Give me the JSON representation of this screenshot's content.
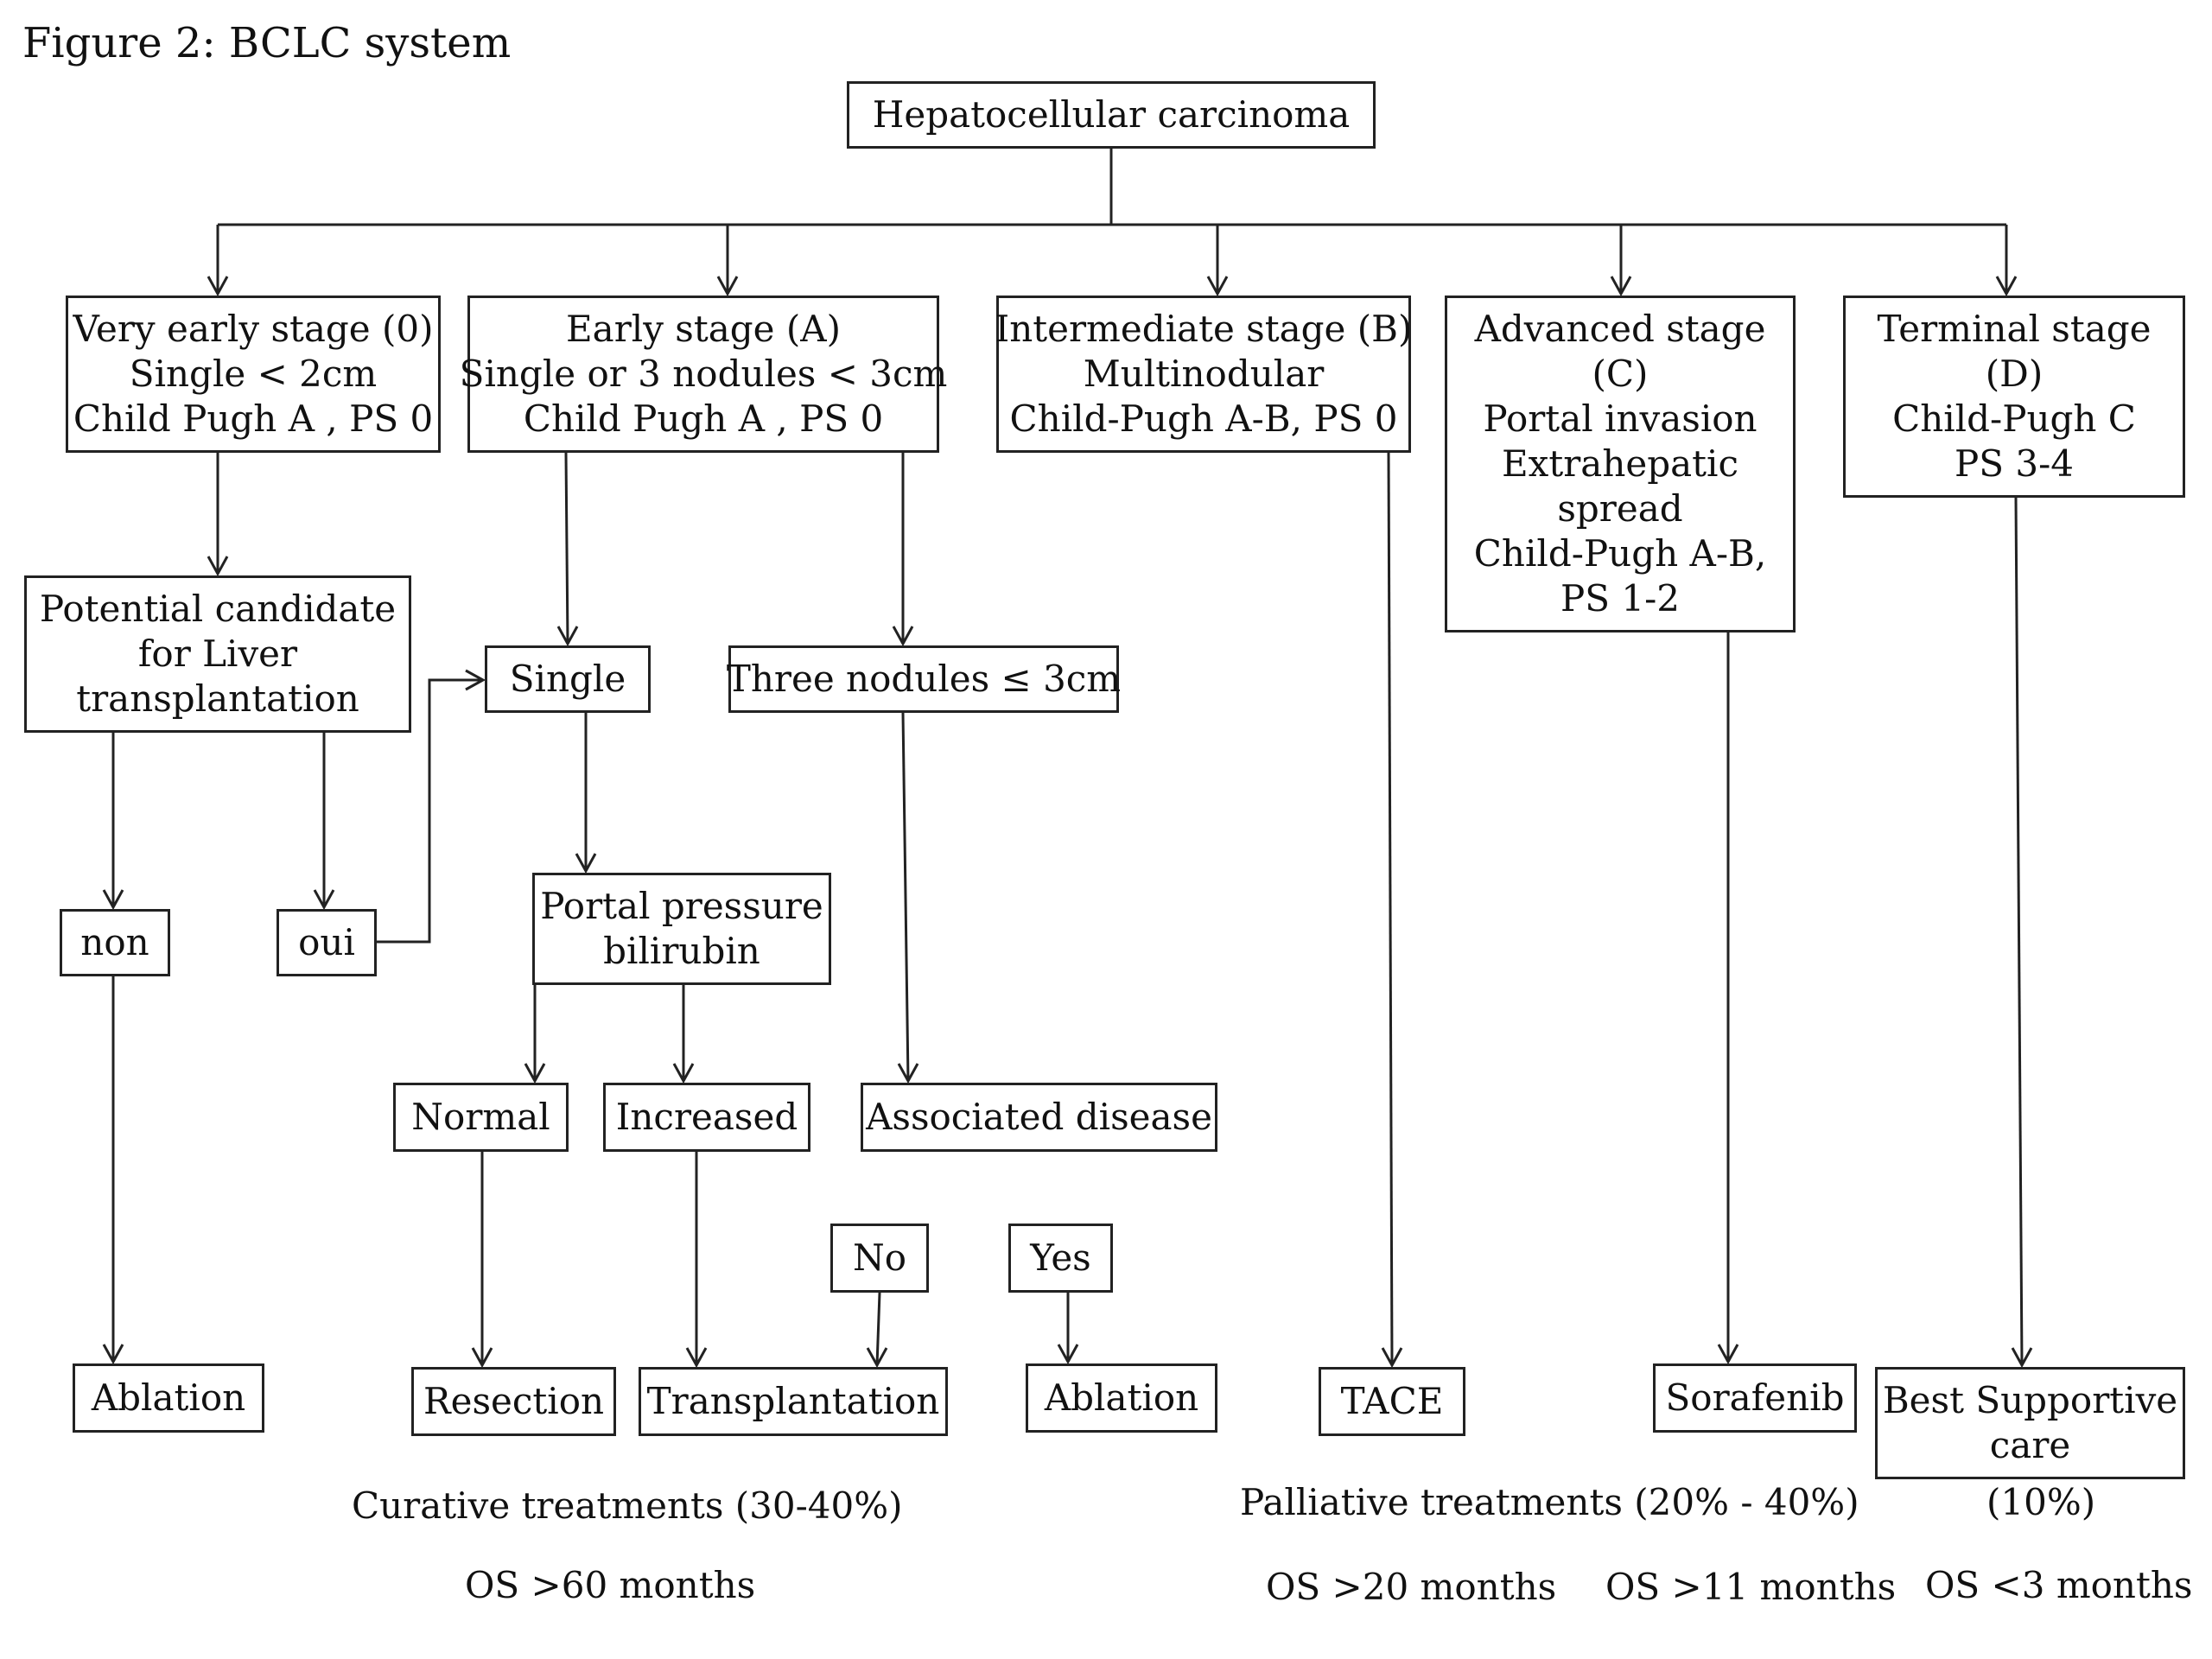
{
  "figure_title": "Figure 2: BCLC system",
  "nodes": {
    "hcc": [
      "Hepatocellular carcinoma"
    ],
    "stage0": [
      "Very early stage (0)",
      "Single < 2cm",
      "Child Pugh A , PS 0"
    ],
    "stageA": [
      "Early stage (A)",
      "Single or 3 nodules < 3cm",
      "Child Pugh A , PS 0"
    ],
    "stageB": [
      "Intermediate stage (B)",
      "Multinodular",
      "Child-Pugh A-B,  PS 0"
    ],
    "stageC": [
      "Advanced  stage",
      "(C)",
      "Portal invasion",
      "Extrahepatic",
      "spread",
      "Child-Pugh A-B,",
      "PS 1-2"
    ],
    "stageD": [
      "Terminal stage",
      "(D)",
      "Child-Pugh C",
      "PS 3-4"
    ],
    "liver_candidate": [
      "Potential candidate",
      "for Liver",
      "transplantation"
    ],
    "single": [
      "Single"
    ],
    "three_nodules": [
      "Three nodules ≤ 3cm"
    ],
    "non": [
      "non"
    ],
    "oui": [
      "oui"
    ],
    "portal_pressure": [
      "Portal pressure",
      "bilirubin"
    ],
    "normal": [
      "Normal"
    ],
    "increased": [
      "Increased"
    ],
    "associated_disease": [
      "Associated disease"
    ],
    "no": [
      "No"
    ],
    "yes": [
      "Yes"
    ],
    "ablation_left": [
      "Ablation"
    ],
    "resection": [
      "Resection"
    ],
    "transplantation": [
      "Transplantation"
    ],
    "ablation_right": [
      "Ablation"
    ],
    "tace": [
      "TACE"
    ],
    "sorafenib": [
      "Sorafenib"
    ],
    "best_supportive": [
      "Best Supportive",
      "care"
    ]
  },
  "captions": {
    "curative": "Curative treatments (30-40%)",
    "palliative": "Palliative treatments (20% - 40%)",
    "terminal_pct": "(10%)",
    "os_curative": "OS >60 months",
    "os_tace": "OS >20 months",
    "os_sorafenib": "OS >11 months",
    "os_terminal": "OS <3 months"
  }
}
